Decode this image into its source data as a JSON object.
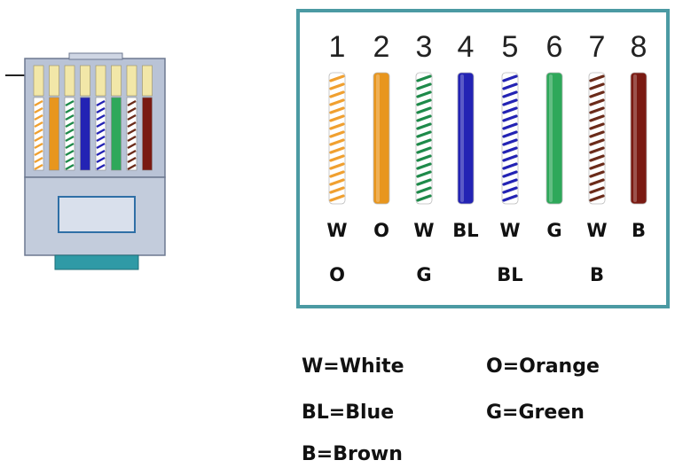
{
  "pins": [
    {
      "number": "1",
      "code_line1": "W",
      "code_line2": "O"
    },
    {
      "number": "2",
      "code_line1": "O",
      "code_line2": ""
    },
    {
      "number": "3",
      "code_line1": "W",
      "code_line2": "G"
    },
    {
      "number": "4",
      "code_line1": "BL",
      "code_line2": ""
    },
    {
      "number": "5",
      "code_line1": "W",
      "code_line2": "BL"
    },
    {
      "number": "6",
      "code_line1": "G",
      "code_line2": ""
    },
    {
      "number": "7",
      "code_line1": "W",
      "code_line2": "B"
    },
    {
      "number": "8",
      "code_line1": "B",
      "code_line2": ""
    }
  ],
  "wire_colors": [
    {
      "base": "#ffffff",
      "stripe": "#f0a030"
    },
    {
      "base": "#e8961e",
      "stripe": ""
    },
    {
      "base": "#ffffff",
      "stripe": "#1e8a4a"
    },
    {
      "base": "#2323b4",
      "stripe": ""
    },
    {
      "base": "#ffffff",
      "stripe": "#2323b4"
    },
    {
      "base": "#2ea85a",
      "stripe": ""
    },
    {
      "base": "#ffffff",
      "stripe": "#6b2b1a"
    },
    {
      "base": "#7a1a12",
      "stripe": ""
    }
  ],
  "legend": {
    "white": "W=White",
    "orange": "O=Orange",
    "blue": "BL=Blue",
    "green": "G=Green",
    "brown": "B=Brown"
  },
  "colors": {
    "panel_border": "#4b9aa3",
    "connector_body": "#b9c3d6",
    "connector_tab": "#2f9aa6"
  }
}
